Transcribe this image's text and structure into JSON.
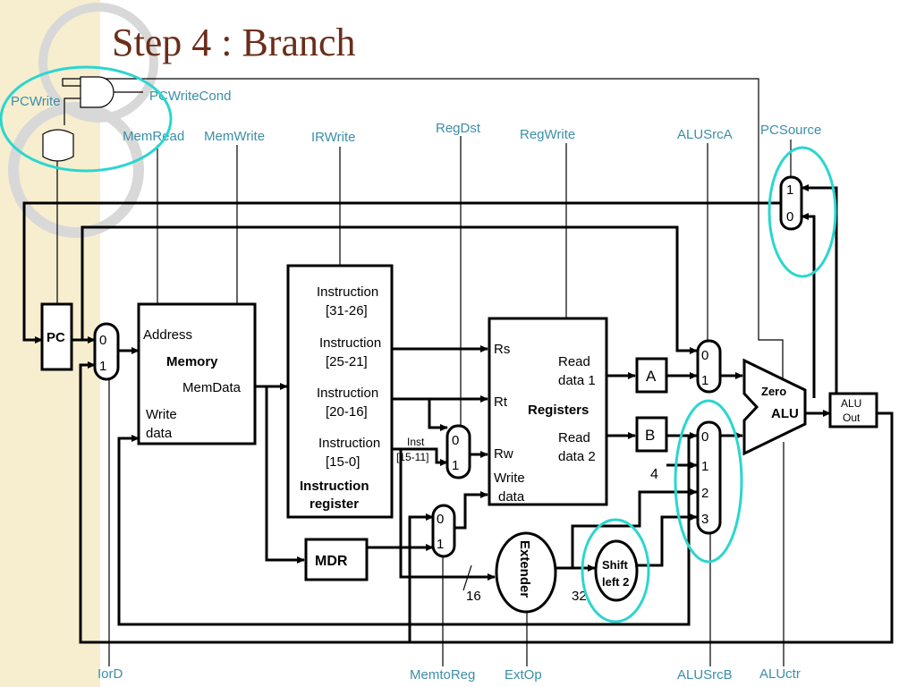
{
  "title": "Step 4 : Branch",
  "controls": {
    "pcwrite": "PCWrite",
    "pcwritecond": "PCWriteCond",
    "memread": "MemRead",
    "memwrite": "MemWrite",
    "irwrite": "IRWrite",
    "regdst": "RegDst",
    "regwrite": "RegWrite",
    "alusrca": "ALUSrcA",
    "pcsource": "PCSource",
    "iord": "IorD",
    "memtoreg": "MemtoReg",
    "extop": "ExtOp",
    "alusrcb": "ALUSrcB",
    "aluctr": "ALUctr"
  },
  "pc": "PC",
  "memory": {
    "address": "Address",
    "name": "Memory",
    "memdata": "MemData",
    "write": "Write",
    "data": "data"
  },
  "ir": {
    "f1a": "Instruction",
    "f1b": "[31-26]",
    "f2a": "Instruction",
    "f2b": "[25-21]",
    "f3a": "Instruction",
    "f3b": "[20-16]",
    "f4a": "Instruction",
    "f4b": "[15-0]",
    "name1": "Instruction",
    "name2": "register"
  },
  "inst": {
    "a": "Inst",
    "b": "[15-11]"
  },
  "registers": {
    "rs": "Rs",
    "rt": "Rt",
    "rw": "Rw",
    "write": "Write",
    "data": "data",
    "rd1a": "Read",
    "rd1b": "data 1",
    "rd2a": "Read",
    "rd2b": "data 2",
    "name": "Registers"
  },
  "a": "A",
  "b": "B",
  "mdr": "MDR",
  "extender": "Extender",
  "shift": {
    "a": "Shift",
    "b": "left 2"
  },
  "alu": {
    "zero": "Zero",
    "name": "ALU"
  },
  "aluout": {
    "a": "ALU",
    "b": "Out"
  },
  "widths": {
    "w16": "16",
    "w32": "32",
    "four": "4"
  },
  "mux": {
    "zero": "0",
    "one": "1",
    "two": "2",
    "three": "3"
  }
}
